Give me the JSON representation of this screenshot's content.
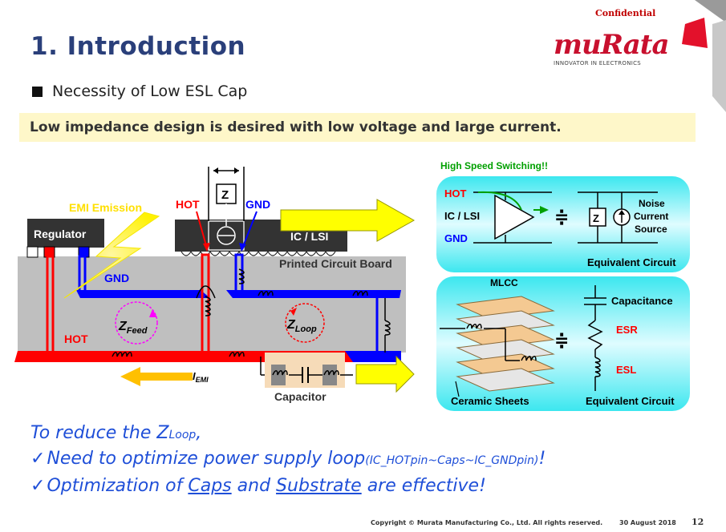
{
  "header": {
    "title": "1. Introduction",
    "confidential": "Confidential",
    "logo_text": "muRata",
    "logo_tagline": "INNOVATOR IN ELECTRONICS"
  },
  "bullet": "Necessity of Low ESL Cap",
  "banner": "Low impedance design is desired with low voltage and large current.",
  "diagram": {
    "emi_emission": "EMI Emission",
    "regulator": "Regulator",
    "ic_lsi": "IC / LSI",
    "hot_top": "HOT",
    "gnd_top": "GND",
    "z_box": "Z",
    "pcb": "Printed Circuit Board",
    "gnd_plane": "GND",
    "hot_plane": "HOT",
    "z_feed_main": "Z",
    "z_feed_sub": "Feed",
    "z_loop_main": "Z",
    "z_loop_sub": "Loop",
    "i_emi_main": "I",
    "i_emi_sub": "EMI",
    "capacitor": "Capacitor"
  },
  "panel_top": {
    "heading": "High Speed Switching!!",
    "hot": "HOT",
    "gnd": "GND",
    "ic_lsi": "IC / LSI",
    "z": "Z",
    "noise1": "Noise",
    "noise2": "Current",
    "noise3": "Source",
    "equiv": "Equivalent Circuit"
  },
  "panel_bottom": {
    "mlcc": "MLCC",
    "capacitance": "Capacitance",
    "esr": "ESR",
    "esl": "ESL",
    "ceramic": "Ceramic Sheets",
    "equiv": "Equivalent Circuit"
  },
  "conclusion": {
    "line1_a": "To reduce the Z",
    "line1_b": "Loop",
    "line1_c": ",",
    "check": "✓",
    "line2_a": "Need to optimize power supply loop",
    "line2_b": "(IC_HOTpin~Caps~IC_GNDpin)",
    "line2_c": "!",
    "line3_a": "Optimization of ",
    "line3_caps": "Caps",
    "line3_mid": " and ",
    "line3_sub": "Substrate",
    "line3_end": " are effective!"
  },
  "footer": {
    "copyright": "Copyright © Murata Manufacturing Co., Ltd. All rights reserved.",
    "date": "30 August 2018",
    "page": "12"
  },
  "colors": {
    "hot": "#ff0000",
    "gnd": "#0000ff",
    "title": "#2a3f7a",
    "accent_blue": "#1f4fd8",
    "arrow": "#ffff00"
  }
}
